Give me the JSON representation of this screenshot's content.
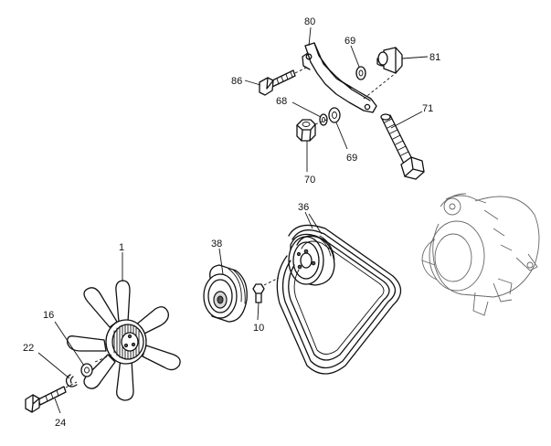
{
  "callouts": {
    "c80": "80",
    "c69a": "69",
    "c81": "81",
    "c86": "86",
    "c68": "68",
    "c71": "71",
    "c69b": "69",
    "c70": "70",
    "c36": "36",
    "c38": "38",
    "c1": "1",
    "c10": "10",
    "c16": "16",
    "c22": "22",
    "c24": "24"
  }
}
